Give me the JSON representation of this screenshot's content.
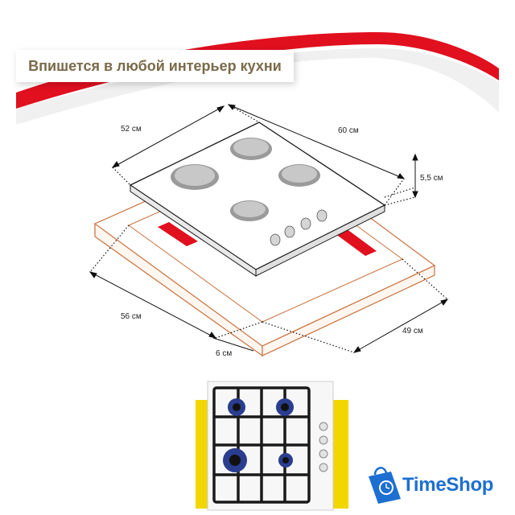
{
  "banner": {
    "title": "Впишется в любой интерьер кухни"
  },
  "dimensions": {
    "depth_top": "52 см",
    "width_top": "60 см",
    "height": "5,5 см",
    "cutout_width": "56 см",
    "cutout_depth": "49 см",
    "gap": "6 см"
  },
  "brand": {
    "name": "TimeShop"
  },
  "colors": {
    "accent": "#e0101f",
    "brand": "#1d6fd1",
    "frame": "#f2d600"
  },
  "icons": {
    "logo": "shopping-bag-clock-icon"
  }
}
